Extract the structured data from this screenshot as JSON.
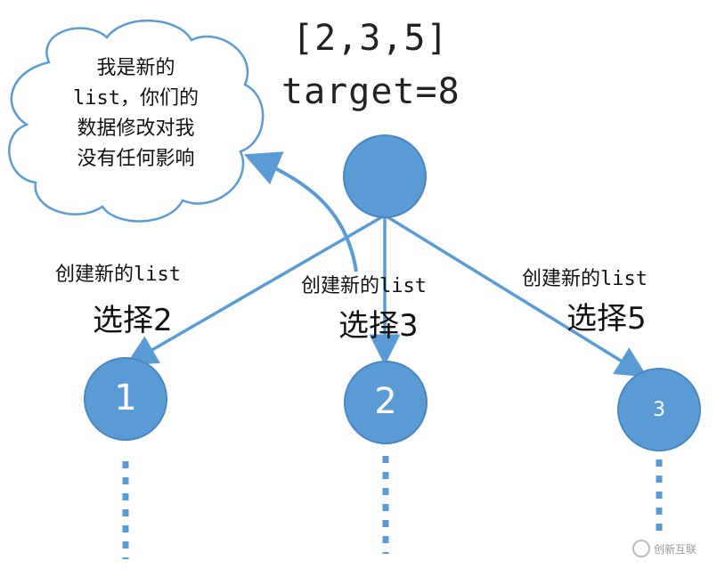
{
  "title": {
    "array": "[2,3,5]",
    "target": "target=8"
  },
  "cloud": {
    "lines": [
      {
        "cn": "我是新的",
        "mono": ""
      },
      {
        "cn": "，你们的",
        "mono": "list"
      },
      {
        "cn": "数据修改对我",
        "mono": ""
      },
      {
        "cn": "没有任何影响",
        "mono": ""
      }
    ]
  },
  "edges": [
    {
      "label_cn": "创建新的",
      "label_mono": "list",
      "choice_cn": "选择",
      "choice_num": "2"
    },
    {
      "label_cn": "创建新的",
      "label_mono": "list",
      "choice_cn": "选择",
      "choice_num": "3"
    },
    {
      "label_cn": "创建新的",
      "label_mono": "list",
      "choice_cn": "选择",
      "choice_num": "5"
    }
  ],
  "nodes": {
    "root": "",
    "children": [
      "1",
      "2",
      "3"
    ]
  },
  "watermark": "创新互联",
  "colors": {
    "node_fill": "#5b9bd5",
    "node_stroke": "#4a86c0",
    "edge": "#5b9bd5",
    "cloud_stroke": "#5b9bd5"
  }
}
